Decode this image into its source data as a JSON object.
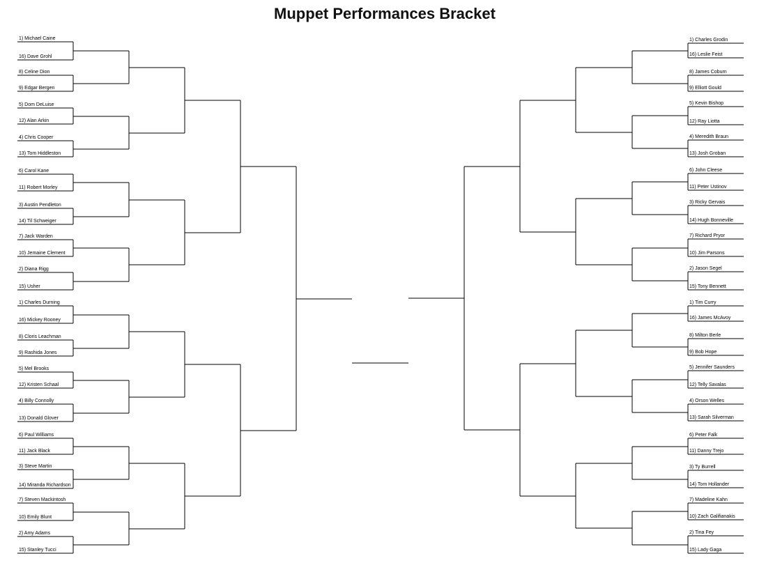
{
  "title": "Muppet Performances Bracket",
  "left": [
    {
      "seed": "1)",
      "name": "Michael Caine"
    },
    {
      "seed": "16)",
      "name": "Dave Grohl"
    },
    {
      "seed": "8)",
      "name": "Celine Dion"
    },
    {
      "seed": "9)",
      "name": "Edgar Bergen"
    },
    {
      "seed": "5)",
      "name": "Dom DeLuise"
    },
    {
      "seed": "12)",
      "name": "Alan Arkin"
    },
    {
      "seed": "4)",
      "name": "Chris Cooper"
    },
    {
      "seed": "13)",
      "name": "Tom Hiddleston"
    },
    {
      "seed": "6)",
      "name": "Carol Kane"
    },
    {
      "seed": "11)",
      "name": "Robert Morley"
    },
    {
      "seed": "3)",
      "name": "Austin Pendleton"
    },
    {
      "seed": "14)",
      "name": "Til Schweiger"
    },
    {
      "seed": "7)",
      "name": "Jack Warden"
    },
    {
      "seed": "10)",
      "name": "Jemaine Clement"
    },
    {
      "seed": "2)",
      "name": "Diana Rigg"
    },
    {
      "seed": "15)",
      "name": "Usher"
    },
    {
      "seed": "1)",
      "name": "Charles Durning"
    },
    {
      "seed": "16)",
      "name": "Mickey Rooney"
    },
    {
      "seed": "8)",
      "name": "Cloris Leachman"
    },
    {
      "seed": "9)",
      "name": "Rashida Jones"
    },
    {
      "seed": "5)",
      "name": "Mel Brooks"
    },
    {
      "seed": "12)",
      "name": "Kristen Schaal"
    },
    {
      "seed": "4)",
      "name": "Billy Connolly"
    },
    {
      "seed": "13)",
      "name": "Donald Glover"
    },
    {
      "seed": "6)",
      "name": "Paul Williams"
    },
    {
      "seed": "11)",
      "name": "Jack Black"
    },
    {
      "seed": "3)",
      "name": "Steve Martin"
    },
    {
      "seed": "14)",
      "name": "Miranda Richardson"
    },
    {
      "seed": "7)",
      "name": "Steven Mackintosh"
    },
    {
      "seed": "10)",
      "name": "Emily Blunt"
    },
    {
      "seed": "2)",
      "name": "Amy Adams"
    },
    {
      "seed": "15)",
      "name": "Stanley Tucci"
    }
  ],
  "right": [
    {
      "seed": "1)",
      "name": "Charles Grodin"
    },
    {
      "seed": "16)",
      "name": "Leslie Feist"
    },
    {
      "seed": "8)",
      "name": "James Coburn"
    },
    {
      "seed": "9)",
      "name": "Elliott Gould"
    },
    {
      "seed": "5)",
      "name": "Kevin Bishop"
    },
    {
      "seed": "12)",
      "name": "Ray Liotta"
    },
    {
      "seed": "4)",
      "name": "Meredith Braun"
    },
    {
      "seed": "13)",
      "name": "Josh Groban"
    },
    {
      "seed": "6)",
      "name": "John Cleese"
    },
    {
      "seed": "11)",
      "name": "Peter Ustinov"
    },
    {
      "seed": "3)",
      "name": "Ricky Gervais"
    },
    {
      "seed": "14)",
      "name": "Hugh Bonneville"
    },
    {
      "seed": "7)",
      "name": "Richard Pryor"
    },
    {
      "seed": "10)",
      "name": "Jim Parsons"
    },
    {
      "seed": "2)",
      "name": "Jason Segel"
    },
    {
      "seed": "15)",
      "name": "Tony Bennett"
    },
    {
      "seed": "1)",
      "name": "Tim Curry"
    },
    {
      "seed": "16)",
      "name": "James McAvoy"
    },
    {
      "seed": "8)",
      "name": "Milton Berle"
    },
    {
      "seed": "9)",
      "name": "Bob Hope"
    },
    {
      "seed": "5)",
      "name": "Jennifer Saunders"
    },
    {
      "seed": "12)",
      "name": "Telly Savalas"
    },
    {
      "seed": "4)",
      "name": "Orson Welles"
    },
    {
      "seed": "13)",
      "name": "Sarah Silverman"
    },
    {
      "seed": "6)",
      "name": "Peter Falk"
    },
    {
      "seed": "11)",
      "name": "Danny Trejo"
    },
    {
      "seed": "3)",
      "name": "Ty Burrell"
    },
    {
      "seed": "14)",
      "name": "Tom Hollander"
    },
    {
      "seed": "7)",
      "name": "Madeline Kahn"
    },
    {
      "seed": "10)",
      "name": "Zach Galifianakis"
    },
    {
      "seed": "2)",
      "name": "Tina Fey"
    },
    {
      "seed": "15)",
      "name": "Lady Gaga"
    }
  ]
}
